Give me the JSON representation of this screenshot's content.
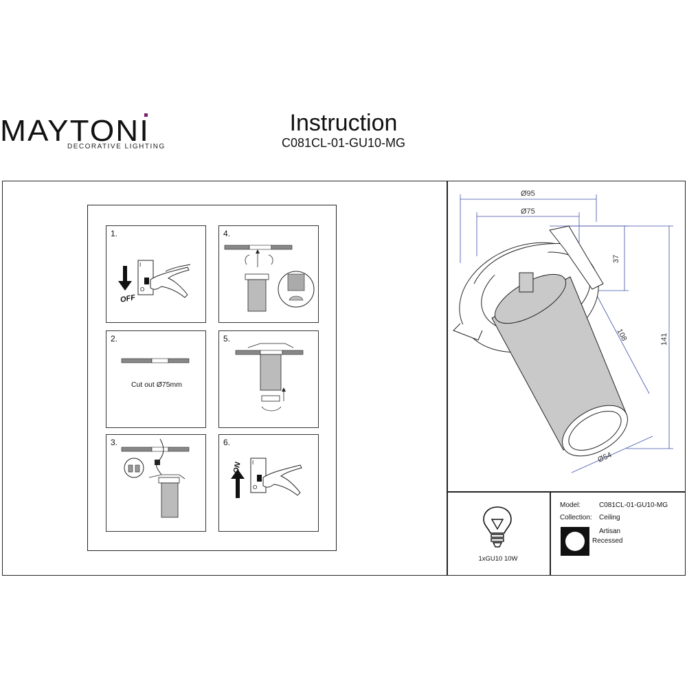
{
  "brand": {
    "name": "MAYTONI",
    "tagline": "DECORATIVE LIGHTING",
    "accent_color": "#7a1f6e"
  },
  "document": {
    "title": "Instruction",
    "code": "C081CL-01-GU10-MG"
  },
  "steps": [
    {
      "number": "1.",
      "switch_label": "OFF",
      "switch_top": "I",
      "switch_bottom": "O"
    },
    {
      "number": "2.",
      "caption": "Cut out Ø75mm"
    },
    {
      "number": "3."
    },
    {
      "number": "4."
    },
    {
      "number": "5."
    },
    {
      "number": "6.",
      "switch_label": "ON",
      "switch_top": "I",
      "switch_bottom": "O"
    }
  ],
  "dimensions": {
    "outer_diameter": "Ø95",
    "cut_diameter": "Ø75",
    "flange_height": "37",
    "body_length": "108",
    "total_height": "141",
    "tube_diameter": "Ø54"
  },
  "bulb": {
    "label": "1xGU10 10W"
  },
  "specs": {
    "model_key": "Model:",
    "model_value": "C081CL-01-GU10-MG",
    "collection_key": "Collection:",
    "collection_value": "Ceiling",
    "collection_name_line1": "Artisan",
    "collection_name_line2": "Recessed"
  }
}
